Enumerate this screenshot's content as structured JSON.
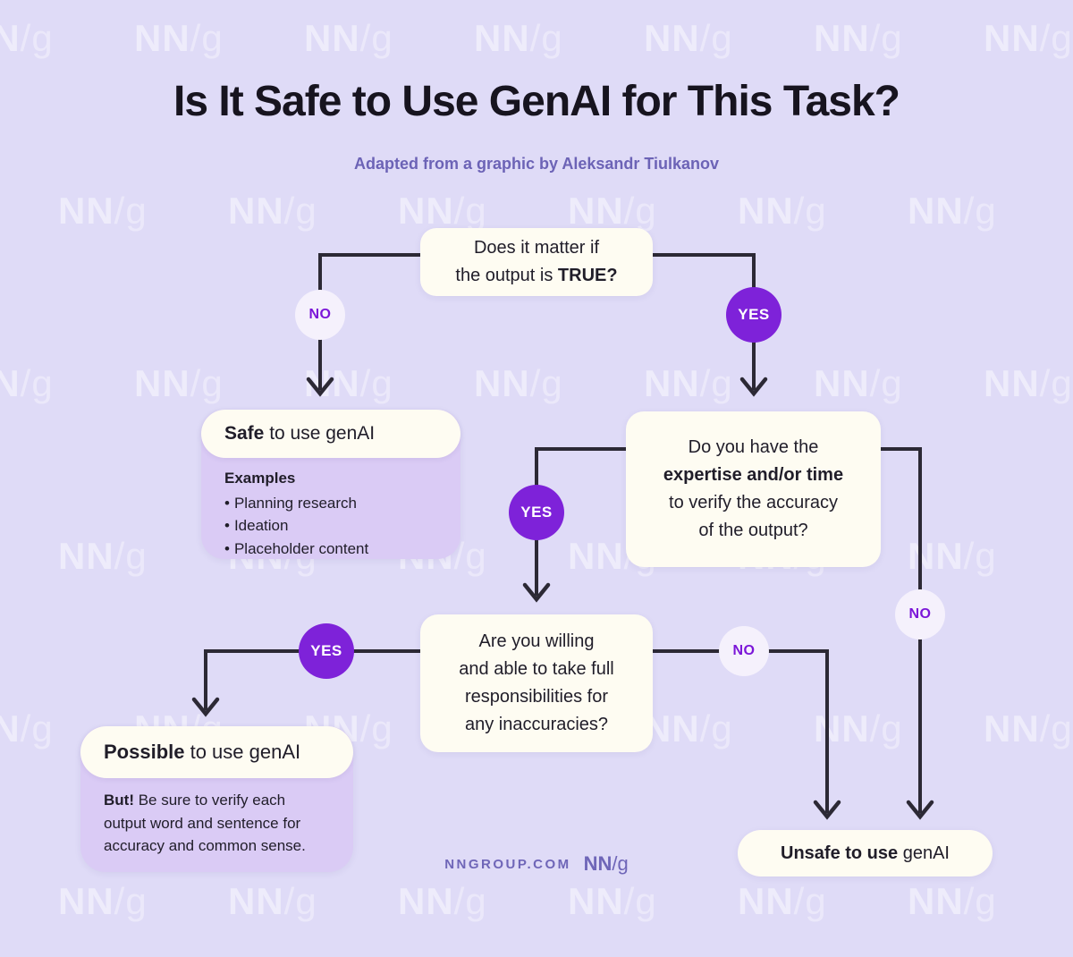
{
  "title": "Is It Safe to Use GenAI for This Task?",
  "subtitle": "Adapted from a graphic by Aleksandr Tiulkanov",
  "labels": {
    "yes": "YES",
    "no": "NO"
  },
  "nodes": {
    "q_truth": {
      "line1": "Does it matter if",
      "line2_pre": "the output is ",
      "line2_bold": "TRUE?"
    },
    "safe": {
      "title_bold": "Safe",
      "title_rest": " to use genAI",
      "examples_heading": "Examples",
      "examples": [
        "Planning research",
        "Ideation",
        "Placeholder content"
      ]
    },
    "q_expertise": {
      "line1": "Do you have the",
      "line2_bold": "expertise and/or time",
      "line3": "to verify the accuracy",
      "line4": "of the output?"
    },
    "q_responsibility": {
      "line1": "Are you willing",
      "line2": "and able to take full",
      "line3": "responsibilities for",
      "line4": "any inaccuracies?"
    },
    "possible": {
      "title_bold": "Possible",
      "title_rest": " to use genAI",
      "note_bold": "But!",
      "note_rest": " Be sure to verify each output word and sentence for accuracy and common sense."
    },
    "unsafe": {
      "title_bold": "Unsafe to use",
      "title_rest": " genAI"
    }
  },
  "footer": {
    "site": "NNGROUP.COM",
    "logo_nn": "NN",
    "logo_slash_g": "/g"
  },
  "watermark": {
    "bold": "NN",
    "light": "/g"
  },
  "colors": {
    "background": "#dfdbf7",
    "card_cream": "#fefcf2",
    "panel_purple": "#dacbf5",
    "yes_circle": "#7e22d9",
    "no_circle_bg": "#f5f1fc",
    "decision_text_purple": "#7b16d8",
    "line_dark": "#2c2935",
    "title_text": "#17141f",
    "footer_purple": "#6f66b8"
  }
}
